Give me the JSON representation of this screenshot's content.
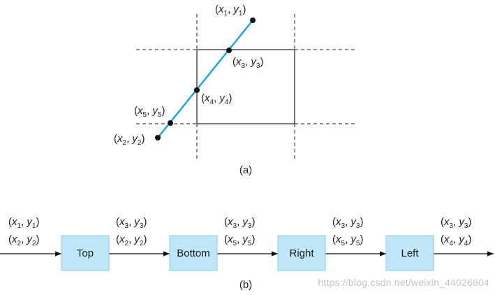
{
  "diagram_a": {
    "caption": "(a)",
    "points": {
      "p1": {
        "name": "x",
        "sub": "1",
        "name2": "y",
        "sub2": "1"
      },
      "p2": {
        "name": "x",
        "sub": "2",
        "name2": "y",
        "sub2": "2"
      },
      "p3": {
        "name": "x",
        "sub": "3",
        "name2": "y",
        "sub2": "3"
      },
      "p4": {
        "name": "x",
        "sub": "4",
        "name2": "y",
        "sub2": "4"
      },
      "p5": {
        "name": "x",
        "sub": "5",
        "name2": "y",
        "sub2": "5"
      }
    }
  },
  "diagram_b": {
    "caption": "(b)",
    "stages": [
      "Top",
      "Bottom",
      "Right",
      "Left"
    ],
    "edges": [
      [
        {
          "a": "1",
          "b": "1"
        },
        {
          "a": "2",
          "b": "2"
        }
      ],
      [
        {
          "a": "3",
          "b": "3"
        },
        {
          "a": "2",
          "b": "2"
        }
      ],
      [
        {
          "a": "3",
          "b": "3"
        },
        {
          "a": "5",
          "b": "5"
        }
      ],
      [
        {
          "a": "3",
          "b": "3"
        },
        {
          "a": "5",
          "b": "5"
        }
      ],
      [
        {
          "a": "3",
          "b": "3"
        },
        {
          "a": "4",
          "b": "4"
        }
      ]
    ]
  },
  "colors": {
    "line_segment": "#1aa3dd",
    "stage_fill": "#bfe6f7",
    "stage_stroke": "#8ccbe8"
  },
  "watermark": "https://blog.csdn.net/weixin_44026604"
}
